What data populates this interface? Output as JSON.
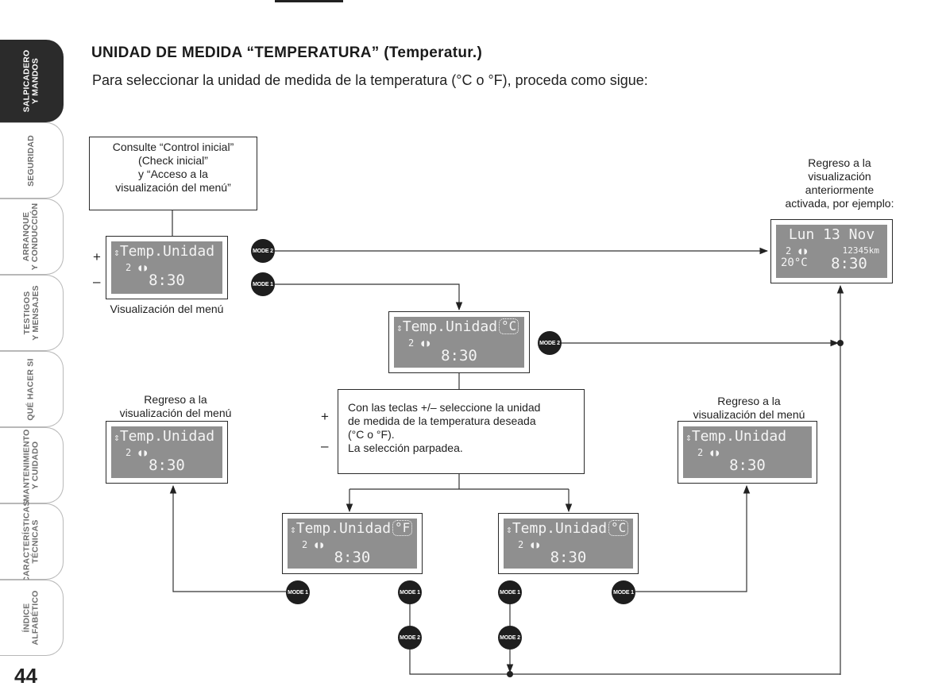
{
  "page": {
    "number": "44",
    "section_title": "UNIDAD DE MEDIDA “TEMPERATURA”",
    "section_subtitle": "(Temperatur.)",
    "intro": "Para seleccionar la unidad de medida de la temperatura (°C o °F), proceda como sigue:"
  },
  "side_tabs": [
    {
      "label": "SALPICADERO\nY MANDOS",
      "active": true
    },
    {
      "label": "SEGURIDAD",
      "active": false
    },
    {
      "label": "ARRANQUE\nY CONDUCCIÓN",
      "active": false
    },
    {
      "label": "TESTIGOS\nY MENSAJES",
      "active": false
    },
    {
      "label": "QUÉ HACER SI",
      "active": false
    },
    {
      "label": "MANTENIMIENTO\nY CUIDADO",
      "active": false
    },
    {
      "label": "CARACTERÍSTICAS\nTÉCNICAS",
      "active": false
    },
    {
      "label": "ÍNDICE\nALFABÉTICO",
      "active": false
    }
  ],
  "diagram": {
    "start_note": "Consulte “Control inicial”\n(Check inicial”\ny “Acceso a la\nvisualización del menú”",
    "menu_caption": "Visualización del menú",
    "return_previous": "Regreso a la\nvisualización\nanteriormente\nactivada, por ejemplo:",
    "return_menu": "Regreso a la\nvisualización del menú",
    "instruction": "Con las teclas +/– seleccione la unidad\nde medida de la temperatura deseada\n(°C o °F).\nLa selección parpadea.",
    "plus": "+",
    "minus": "–",
    "mode1": "MODE 1",
    "mode2": "MODE 2",
    "lcd": {
      "menu_line": "Temp.Unidad",
      "sub_line": "2 ◖◗",
      "clock": "8:30",
      "unit_c": "°C",
      "unit_f": "°F"
    },
    "default_display": {
      "date": "Lun 13 Nov",
      "odometer": "12345km",
      "temp": "20°C",
      "gear": "2 ◖◗",
      "clock": "8:30"
    }
  }
}
